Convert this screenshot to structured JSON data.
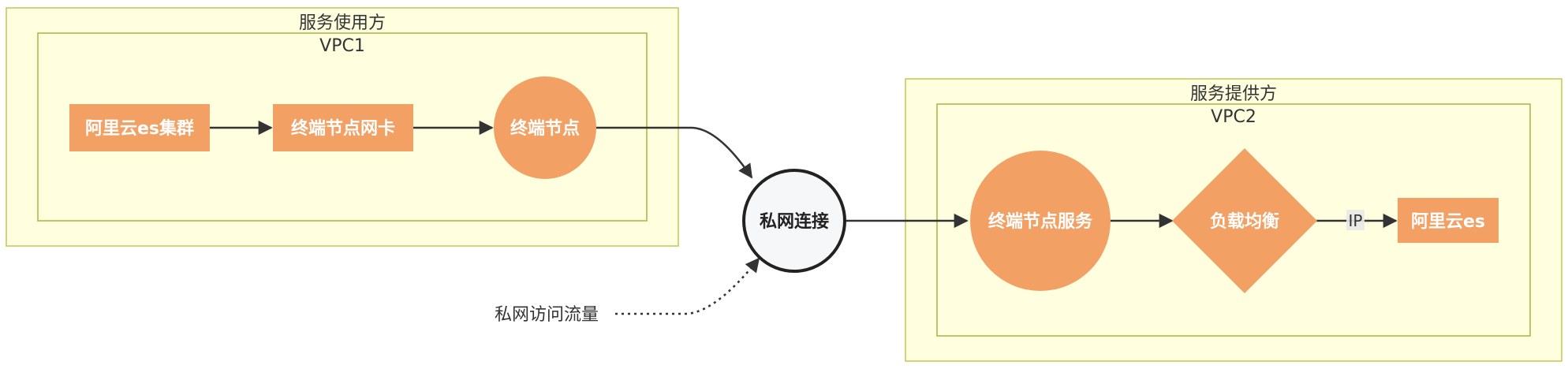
{
  "clusters": {
    "consumer": {
      "label": "服务使用方",
      "vpc_label": "VPC1"
    },
    "provider": {
      "label": "服务提供方",
      "vpc_label": "VPC2"
    }
  },
  "nodes": {
    "es_cluster": "阿里云es集群",
    "endpoint_nic": "终端节点网卡",
    "endpoint": "终端节点",
    "private_link": "私网连接",
    "endpoint_service": "终端节点服务",
    "load_balancer": "负载均衡",
    "aliyun_es": "阿里云es"
  },
  "traffic_label": "私网访问流量",
  "edge_labels": {
    "ip": "IP"
  },
  "colors": {
    "node": "#f2a064",
    "cluster_fill": "#ffffe0",
    "cluster_border": "#c2cc5e",
    "hub_fill": "#f6f7f9",
    "edge": "#333333"
  }
}
